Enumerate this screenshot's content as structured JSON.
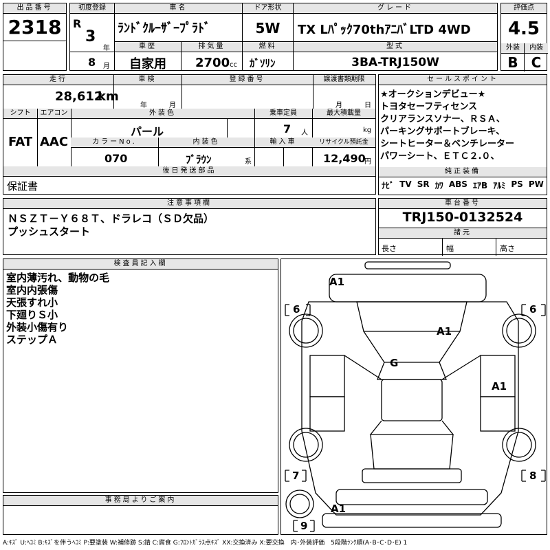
{
  "lot": {
    "label": "出品番号",
    "value": "2318"
  },
  "first_reg": {
    "label": "初度登録",
    "era": "R",
    "year": "3",
    "year_unit": "年",
    "month": "8",
    "month_unit": "月"
  },
  "car_name": {
    "label": "車名",
    "value": "ﾗﾝﾄﾞｸﾙｰｻﾞｰﾌﾟﾗﾄﾞ"
  },
  "door": {
    "label": "ドア形状",
    "value": "5W"
  },
  "grade": {
    "label": "グレード",
    "value": "TX Lﾊﾟｯｸ70thｱﾆﾊﾞLTD 4WD"
  },
  "score": {
    "label": "評価点",
    "value": "4.5",
    "ext_label": "外装",
    "ext": "B",
    "int_label": "内装",
    "int": "C"
  },
  "history": {
    "label": "車歴",
    "value": "自家用"
  },
  "displacement": {
    "label": "排気量",
    "value": "2700",
    "unit": "cc"
  },
  "fuel": {
    "label": "燃料",
    "value": "ｶﾞｿﾘﾝ"
  },
  "model": {
    "label": "型式",
    "value": "3BA-TRJ150W"
  },
  "mileage": {
    "label": "走行",
    "value": "28,612",
    "unit": "km"
  },
  "inspection": {
    "label": "車検",
    "year_unit": "年",
    "month_unit": "月"
  },
  "reg_no": {
    "label": "登録番号"
  },
  "transfer": {
    "label": "譲渡書類期限",
    "month_unit": "月",
    "day_unit": "日"
  },
  "shift": {
    "label": "シフト",
    "value": "FAT"
  },
  "aircon": {
    "label": "エアコン",
    "value": "AAC"
  },
  "ext_color": {
    "label": "外装色",
    "value": "パール"
  },
  "capacity": {
    "label": "乗車定員",
    "value": "7",
    "unit": "人"
  },
  "max_load": {
    "label": "最大積載量",
    "unit": "kg"
  },
  "color_no": {
    "label": "カラーNo.",
    "value": "070"
  },
  "int_color": {
    "label": "内装色",
    "value": "ﾌﾞﾗｳﾝ",
    "suffix": "系"
  },
  "import": {
    "label": "輸入車"
  },
  "recycle": {
    "label": "リサイクル預託金",
    "value": "12,490",
    "unit": "円"
  },
  "later_parts": {
    "label": "後日発送部品",
    "value": "保証書"
  },
  "sales_points": {
    "label": "セールスポイント",
    "lines": [
      "★オークションデビュー★",
      "トヨタセーフティセンス",
      "クリアランスソナー、ＲＳＡ、",
      "パーキングサポートブレーキ、",
      "シートヒーター＆ベンチレーター",
      "パワーシート、ＥＴＣ２.０、"
    ]
  },
  "equipment": {
    "label": "純正装備",
    "items": [
      "ﾅﾋﾞ",
      "TV",
      "SR",
      "ｶﾜ",
      "ABS",
      "ｴｱB",
      "ｱﾙﾐ",
      "PS",
      "PW"
    ]
  },
  "notes": {
    "label": "注意事項欄",
    "lines": [
      "ＮＳＺＴ－Ｙ６８Ｔ、ドラレコ（ＳＤ欠品）",
      "プッシュスタート"
    ]
  },
  "chassis": {
    "label": "車台番号",
    "value": "TRJ150-0132524"
  },
  "dims": {
    "label": "諸元",
    "length": "長さ",
    "width": "幅",
    "height": "高さ"
  },
  "inspector": {
    "label": "検査員記入欄",
    "lines": [
      "室内薄汚れ、動物の毛",
      "室内内張傷",
      "天張すれ小",
      "下廻りＳ小",
      "外装小傷有り",
      "ステップＡ"
    ]
  },
  "office": {
    "label": "事務局よりご案内"
  },
  "diagram": {
    "marks": [
      "A1",
      "A1",
      "G",
      "A1",
      "A1"
    ],
    "tires": [
      "6",
      "6",
      "7",
      "8",
      "9"
    ]
  },
  "legend": "A:ｷｽﾞ U:ﾍｺﾐ B:ｷｽﾞを伴うﾍｺﾐ P:要塗装 W:補修跡 S:錆 C:腐食 G:ﾌﾛﾝﾄｶﾞﾗｽ点ｷｽﾞ XX:交換済み X:要交換　内･外装評価　5段階ﾗﾝｸ順(A･B･C･D･E) 1"
}
